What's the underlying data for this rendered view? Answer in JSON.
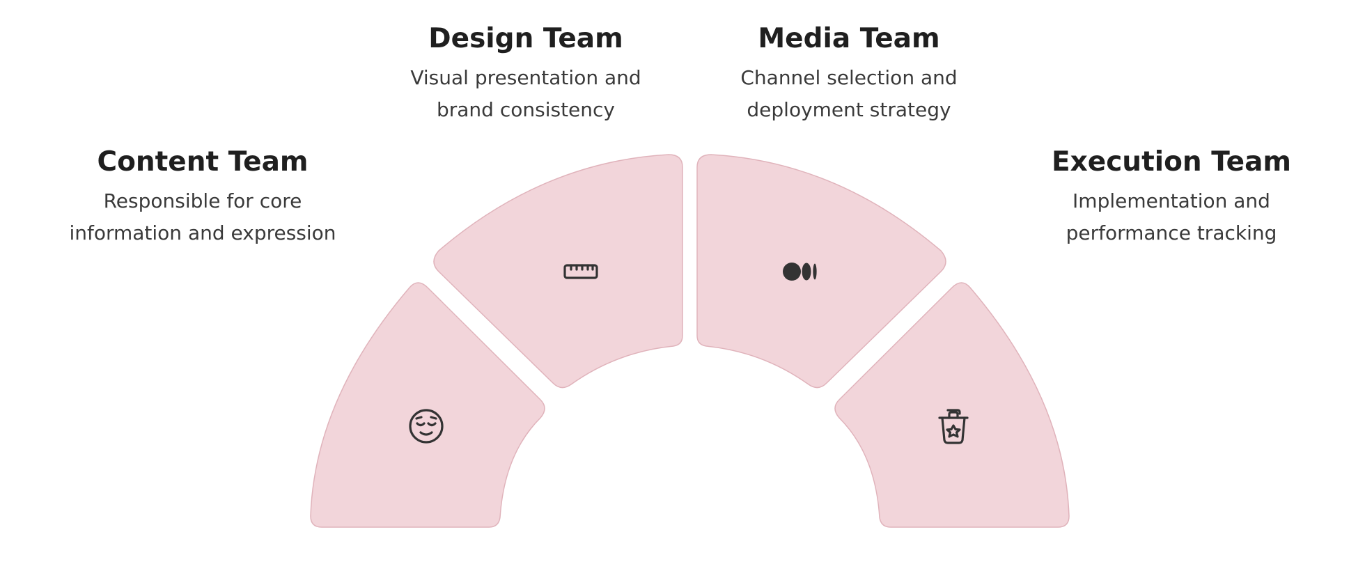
{
  "colors": {
    "segment_fill": "#f2d5da",
    "segment_stroke": "#e0b3bb",
    "icon": "#333333"
  },
  "teams": [
    {
      "title": "Content Team",
      "desc_line1": "Responsible for core",
      "desc_line2": "information and expression",
      "icon": "relieved-face-icon"
    },
    {
      "title": "Design Team",
      "desc_line1": "Visual presentation and",
      "desc_line2": "brand consistency",
      "icon": "ruler-icon"
    },
    {
      "title": "Media Team",
      "desc_line1": "Channel selection and",
      "desc_line2": "deployment strategy",
      "icon": "medium-logo-icon"
    },
    {
      "title": "Execution Team",
      "desc_line1": "Implementation and",
      "desc_line2": "performance tracking",
      "icon": "trash-star-icon"
    }
  ]
}
